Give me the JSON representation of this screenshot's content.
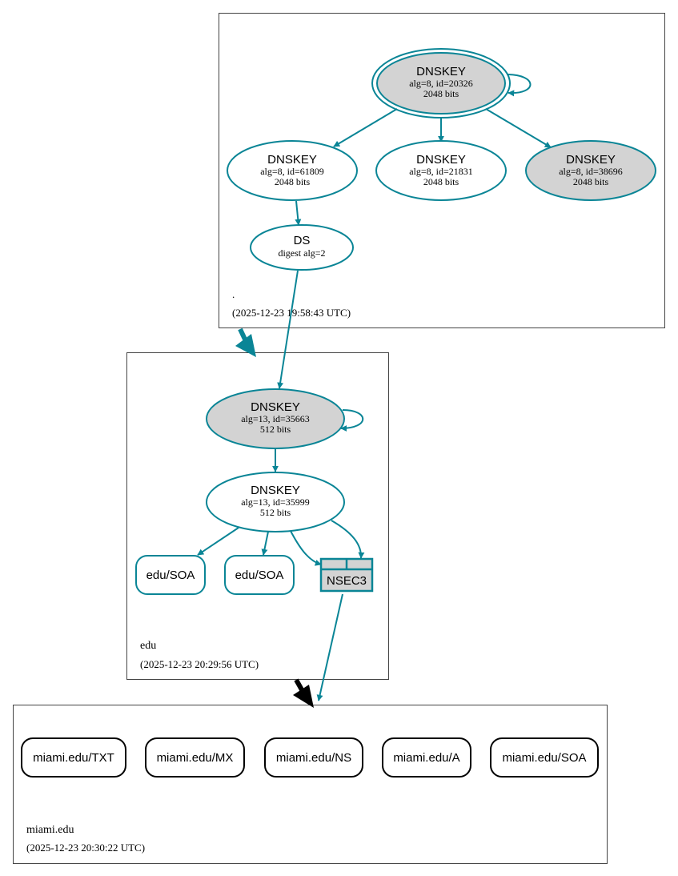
{
  "colors": {
    "edge": "#0a8596",
    "secure_fill": "#d3d3d3",
    "box_border": "#444444",
    "delegation_black": "#000000",
    "background": "#ffffff"
  },
  "zones": {
    "root": {
      "name": ".",
      "timestamp": "(2025-12-23 19:58:43 UTC)"
    },
    "edu": {
      "name": "edu",
      "timestamp": "(2025-12-23 20:29:56 UTC)"
    },
    "miami": {
      "name": "miami.edu",
      "timestamp": "(2025-12-23 20:30:22 UTC)"
    }
  },
  "nodes": {
    "root_ksk": {
      "title": "DNSKEY",
      "line1": "alg=8, id=20326",
      "line2": "2048 bits"
    },
    "root_zsk1": {
      "title": "DNSKEY",
      "line1": "alg=8, id=61809",
      "line2": "2048 bits"
    },
    "root_zsk2": {
      "title": "DNSKEY",
      "line1": "alg=8, id=21831",
      "line2": "2048 bits"
    },
    "root_zsk3": {
      "title": "DNSKEY",
      "line1": "alg=8, id=38696",
      "line2": "2048 bits"
    },
    "root_ds": {
      "title": "DS",
      "line1": "digest alg=2"
    },
    "edu_ksk": {
      "title": "DNSKEY",
      "line1": "alg=13, id=35663",
      "line2": "512 bits"
    },
    "edu_zsk": {
      "title": "DNSKEY",
      "line1": "alg=13, id=35999",
      "line2": "512 bits"
    },
    "edu_soa1": {
      "label": "edu/SOA"
    },
    "edu_soa2": {
      "label": "edu/SOA"
    },
    "edu_nsec3": {
      "label": "NSEC3"
    }
  },
  "miami_records": [
    "miami.edu/TXT",
    "miami.edu/MX",
    "miami.edu/NS",
    "miami.edu/A",
    "miami.edu/SOA"
  ]
}
